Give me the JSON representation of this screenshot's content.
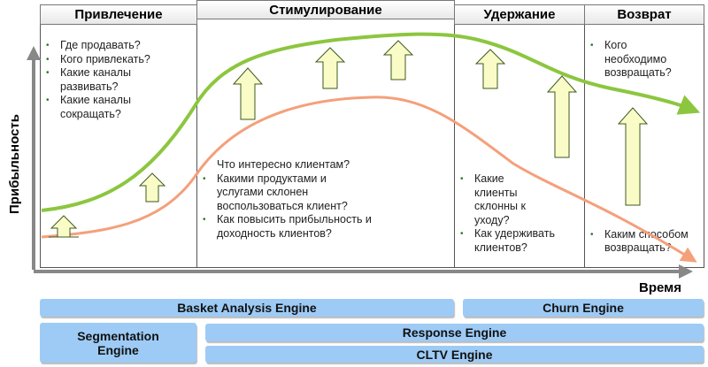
{
  "stages": [
    {
      "title": "Привлечение",
      "questions": [
        "Где продавать?",
        "Кого привлекать?",
        "Какие каналы развивать?",
        "Какие каналы сокращать?"
      ]
    },
    {
      "title": "Стимулирование",
      "questions": [
        "Что интересно клиентам?",
        "Какими продуктами и услугами склонен воспользоваться клиент?",
        "Как повысить прибыльность и доходность клиентов?"
      ]
    },
    {
      "title": "Удержание",
      "questions": [
        "Какие клиенты склонны к уходу?",
        "Как удерживать клиентов?"
      ]
    },
    {
      "title": "Возврат",
      "questions_top": [
        "Кого необходимо возвращать?"
      ],
      "questions_bottom": [
        "Каким способом возвращать?"
      ]
    }
  ],
  "axes": {
    "y_label": "Прибыльность",
    "x_label": "Время"
  },
  "engines": {
    "basket": "Basket Analysis Engine",
    "churn": "Churn Engine",
    "segmentation": "Segmentation Engine",
    "response": "Response Engine",
    "cltv": "CLTV Engine"
  },
  "colors": {
    "green_curve": "#8cc63f",
    "orange_curve": "#f4a07a",
    "arrow_fill": "#fafcc8",
    "arrow_stroke": "#3d5a1e",
    "engine_bar": "#9dcbf5"
  }
}
